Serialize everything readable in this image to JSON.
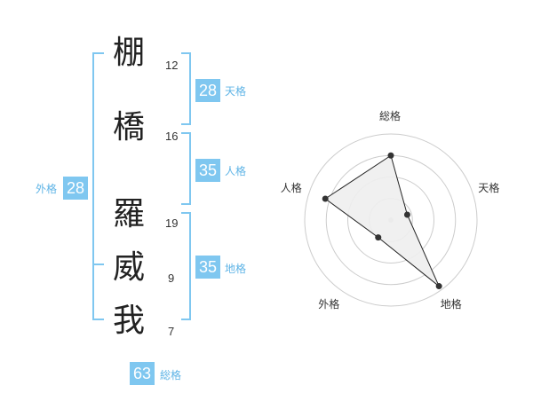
{
  "name": {
    "chars": [
      {
        "kanji": "棚",
        "strokes": "12"
      },
      {
        "kanji": "橋",
        "strokes": "16"
      },
      {
        "kanji": "羅",
        "strokes": "19"
      },
      {
        "kanji": "威",
        "strokes": "9"
      },
      {
        "kanji": "我",
        "strokes": "7"
      }
    ]
  },
  "kakusu": {
    "tenkaku": {
      "value": "28",
      "label": "天格"
    },
    "jinkaku": {
      "value": "35",
      "label": "人格"
    },
    "chikaku": {
      "value": "35",
      "label": "地格"
    },
    "gaikaku": {
      "value": "28",
      "label": "外格"
    },
    "soukaku": {
      "value": "63",
      "label": "総格"
    }
  },
  "colors": {
    "accent": "#7fc7f0",
    "label": "#5fb4e6",
    "ring": "#cccccc",
    "fill": "#eeeeee"
  },
  "chart_data": {
    "type": "radar",
    "axes": [
      "総格",
      "天格",
      "地格",
      "外格",
      "人格"
    ],
    "values": [
      0.75,
      0.2,
      0.95,
      0.25,
      0.8
    ],
    "range": [
      0,
      1
    ],
    "rings": 4
  }
}
